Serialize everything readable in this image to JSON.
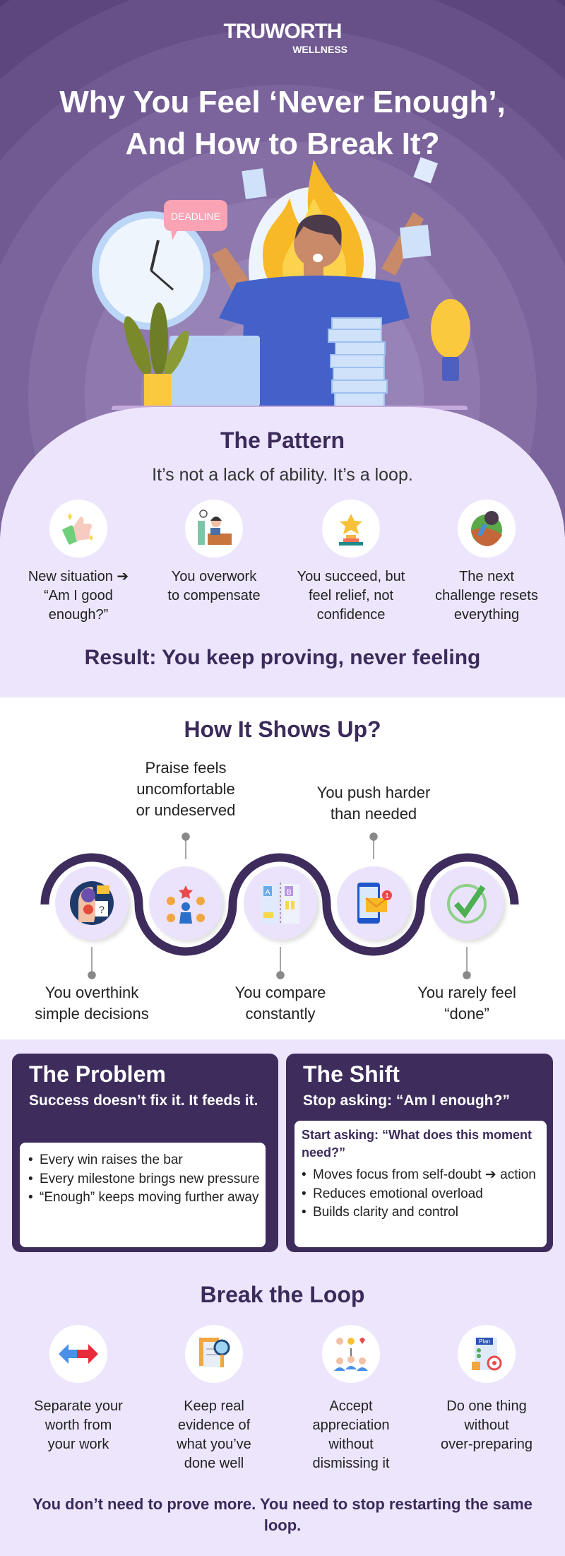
{
  "brand": {
    "name": "TRUWORTH",
    "sub": "WELLNESS"
  },
  "title": {
    "line1": "Why You Feel ‘Never Enough’,",
    "line2": "And How to Break It?"
  },
  "hero": {
    "bubble": "DEADLINE"
  },
  "colors": {
    "dark": "#3d2c5c",
    "lavender": "#ede5fc",
    "accent_blue": "#4361c9",
    "flame": "#f7b928"
  },
  "pattern": {
    "heading": "The Pattern",
    "subheading": "It’s not a lack of ability. It’s a loop.",
    "steps": [
      {
        "icon": "thumbs-up-icon",
        "text": "New situation ➔\n“Am I good\nenough?”"
      },
      {
        "icon": "overworked-person-icon",
        "text": "You overwork\nto compensate"
      },
      {
        "icon": "trophy-star-icon",
        "text": "You succeed, but\nfeel relief, not\nconfidence"
      },
      {
        "icon": "boulder-push-icon",
        "text": "The next\nchallenge resets\neverything"
      }
    ],
    "result": "Result: You keep proving, never feeling"
  },
  "shows_up": {
    "heading": "How It Shows Up?",
    "items": [
      {
        "icon": "overthinking-head-icon",
        "text": "You overthink\nsimple decisions"
      },
      {
        "icon": "praise-icon",
        "text": "Praise feels\nuncomfortable\nor undeserved"
      },
      {
        "icon": "compare-ab-icon",
        "text": "You compare\nconstantly"
      },
      {
        "icon": "phone-notification-icon",
        "text": "You push harder\nthan needed",
        "badge": "1"
      },
      {
        "icon": "checkmark-icon",
        "text": "You rarely feel\n“done”"
      }
    ]
  },
  "problem": {
    "title": "The Problem",
    "subtitle": "Success doesn’t fix it. It feeds it.",
    "bullets": [
      "Every win raises the bar",
      "Every milestone brings new pressure",
      "“Enough” keeps moving further away"
    ]
  },
  "shift": {
    "title": "The Shift",
    "subtitle": "Stop asking: “Am I enough?”",
    "start": "Start asking: “What does this moment need?”",
    "bullets": [
      "Moves focus from self-doubt ➔ action",
      "Reduces emotional overload",
      "Builds clarity and control"
    ]
  },
  "break_loop": {
    "heading": "Break the Loop",
    "items": [
      {
        "icon": "arrows-icon",
        "text": "Separate your\nworth from\nyour work"
      },
      {
        "icon": "evidence-magnifier-icon",
        "text": "Keep real\nevidence of\nwhat you’ve\ndone well"
      },
      {
        "icon": "appreciation-icon",
        "text": "Accept\nappreciation\nwithout\ndismissing it"
      },
      {
        "icon": "plan-icon",
        "text": "Do one thing\nwithout\nover-preparing",
        "plan_label": "Plan"
      }
    ]
  },
  "footer": "You don’t need to prove more. You need to stop restarting the same loop."
}
